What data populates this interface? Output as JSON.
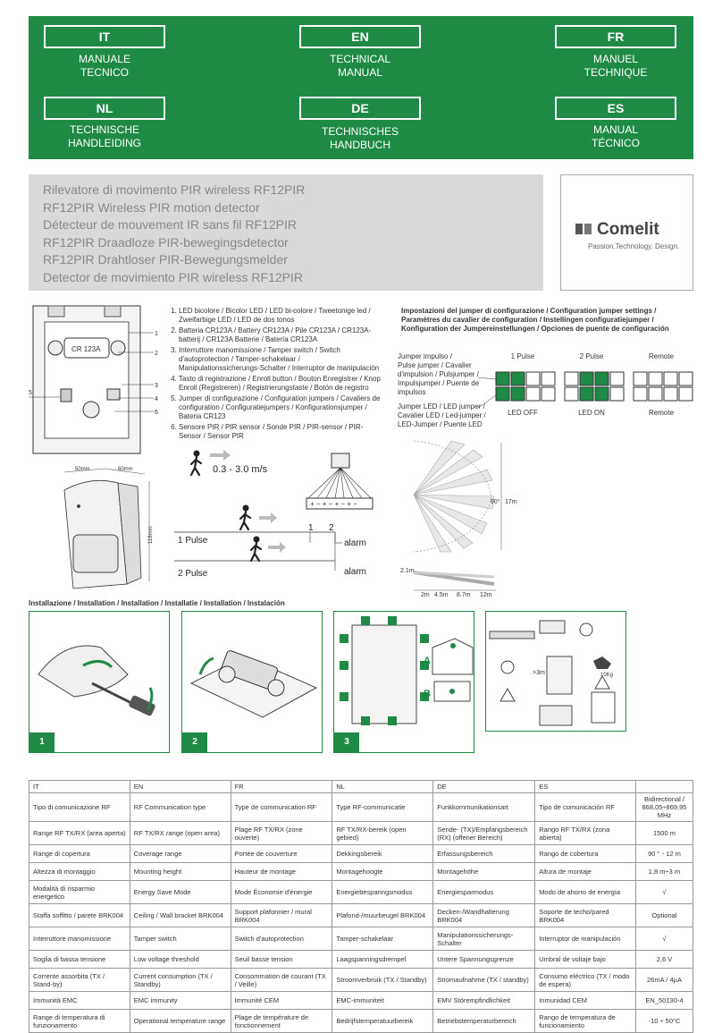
{
  "languages": [
    {
      "code": "IT",
      "label": "MANUALE\nTECNICO"
    },
    {
      "code": "EN",
      "label": "TECHNICAL\nMANUAL"
    },
    {
      "code": "FR",
      "label": "MANUEL\nTECHNIQUE"
    },
    {
      "code": "NL",
      "label": "TECHNISCHE\nHANDLEIDING"
    },
    {
      "code": "DE",
      "label": "TECHNISCHES\nHANDBUCH"
    },
    {
      "code": "ES",
      "label": "MANUAL\nTÉCNICO"
    }
  ],
  "titles": [
    "Rilevatore di movimento PIR wireless RF12PIR",
    "RF12PIR Wireless PIR motion detector",
    "Détecteur de mouvement IR sans fil RF12PIR",
    "RF12PIR Draadloze PIR-bewegingsdetector",
    "RF12PIR Drahtloser PIR-Bewegungsmelder",
    "Detector de movimiento PIR wireless RF12PIR"
  ],
  "brand": {
    "name": "Comelit",
    "tagline": "Passion.Technology. Design.",
    "color": "#1f8a46"
  },
  "legend": [
    "LED bicolore / Bicolor LED / LED bi-colore / Tweetonige led / Zweifarbige LED / LED de dos tonos",
    "Batteria CR123A / Battery CR123A / Pile CR123A / CR123A-batterij / CR123A Batterie / Batería CR123A",
    "Interruttore manomissione / Tamper switch / Switch d'autoprotection / Tamper-schakelaar / Manipulationssicherungs-Schalter / Interruptor de manipulación",
    "Tasto di registrazione / Enroll button / Bouton Enregistrer / Knop Enroll (Registreren) / Registrierungstaste / Botón de registro",
    "Jumper di configurazione / Configuration jumpers / Cavaliers de configuration / Configuratiejumpers / Konfigurationsjumper / Bateria CR123",
    "Sensore PIR / PIR sensor / Sonde PIR / PIR-sensor / PIR-Sensor / Sensor PIR"
  ],
  "device_labels": {
    "battery": "CR 123A",
    "callouts": [
      "1",
      "2",
      "3",
      "4",
      "5",
      "6"
    ],
    "dim_w1": "50mm",
    "dim_w2": "60mm",
    "dim_h": "118mm"
  },
  "pulse_diagram": {
    "speed": "0.3 - 3.0 m/s",
    "one_pulse": "1 Pulse",
    "two_pulse": "2 Pulse",
    "alarm": "alarm",
    "zone1": "1",
    "zone2": "2"
  },
  "jumpers": {
    "title": "Impostazioni del jumper di configurazione / Configuration jumper settings / Paramètres du cavalier de configuration / Instellingen configuratiejumper / Konfiguration der Jumpereinstellungen / Opciones de puente de configuración",
    "pulse_jumper": "Jumper impulso /\nPulse jumper / Cavalier\nd'impulsion / Pulsjumper /\nImpulsjumper / Puente de\nimpulsos",
    "led_jumper": "Jumper LED / LED jumper /\nCavalier LED / Led-jumper /\nLED-Jumper / Puente LED",
    "top_labels": [
      "1 Pulse",
      "2 Pulse",
      "Remote"
    ],
    "bottom_labels": [
      "LED OFF",
      "LED ON",
      "Remote"
    ]
  },
  "coverage": {
    "angle": "90°",
    "range": "17m",
    "height": "2.1m",
    "distances": [
      "2m",
      "4.5m",
      "8.7m",
      "12m"
    ]
  },
  "installation": {
    "title": "Installazione / Installation / Installation / Installatie / Installation / Instalación",
    "steps": [
      "1",
      "2",
      "3"
    ],
    "letters": [
      "A",
      "B"
    ],
    "height_label": ">3m",
    "weight_label": "10Kg"
  },
  "specs": {
    "headers": [
      "IT",
      "EN",
      "FR",
      "NL",
      "DE",
      "ES",
      ""
    ],
    "rows": [
      [
        "Tipo di comunicazione RF",
        "RF Communication type",
        "Type de communication RF",
        "Type RF-communicatie",
        "Funkkommunikationsart",
        "Tipo de comunicación RF",
        "Bidirectional / 868,05÷869,95 MHz"
      ],
      [
        "Range RF TX/RX (area aperta)",
        "RF TX/RX range (open area)",
        "Plage RF TX/RX (zone ouverte)",
        "RF TX/RX-bereik (open gebied)",
        "Sende- (TX)/Empfangsbereich (RX) (offener Bereich)",
        "Rango RF TX/RX (zona abierta)",
        "1500 m"
      ],
      [
        "Range di copertura",
        "Coverage range",
        "Portée de couverture",
        "Dekkingsbereik",
        "Erfassungsbereich",
        "Rango de cobertura",
        "90 ° - 12 m"
      ],
      [
        "Altezza di montaggio",
        "Mounting height",
        "Hauteur de montage",
        "Montagehoogte",
        "Montagehöhe",
        "Altura de montaje",
        "1,8 m÷3 m"
      ],
      [
        "Modalità di risparmio energetico",
        "Energy Save Mode",
        "Mode Économie d'énergie",
        "Energiebesparingsmodus",
        "Energiesparmodus",
        "Modo de ahorro de energía",
        "√"
      ],
      [
        "Staffa soffitto / parete BRK004",
        "Ceiling / Wall bracket BRK004",
        "Support plafonnier / mural BRK004",
        "Plafond-/muurbeugel BRK004",
        "Decken-/Wandhalterung BRK004",
        "Soporte de techo/pared BRK004",
        "Optional"
      ],
      [
        "Interruttore manomissione",
        "Tamper switch",
        "Switch d'autoprotection",
        "Tamper-schakelaar",
        "Manipulationssicherungs-Schalter",
        "Interruptor de manipulación",
        "√"
      ],
      [
        "Soglia di bassa tensione",
        "Low voltage threshold",
        "Seuil basse tension",
        "Laagspanningsdrempel",
        "Untere Spannungsgrenze",
        "Umbral de voltaje bajo",
        "2,6 V"
      ],
      [
        "Corrente assorbita (TX / Stand-by)",
        "Current consumption (TX / Standby)",
        "Consommation de courant (TX / Veille)",
        "Stroomverbruik (TX / Standby)",
        "Stromaufnahme (TX / standby)",
        "Consumo eléctrico (TX / modo de espera)",
        "26mA / 4µA"
      ],
      [
        "Immunità EMC",
        " EMC immunity",
        "Immunité CEM",
        "EMC-immuniteit",
        "EMV Störempfindlichkeit",
        "Inmunidad CEM",
        "EN_50130-4"
      ],
      [
        "Range di temperatura di funzionamento",
        "Operational temperature range",
        "Plage de température de fonctionnement",
        "Bedrijfstemperatuurbereik",
        "Betriebstemperaturbereich",
        "Rango de temperatura de funcionamiento",
        "-10 ÷ 50°C"
      ]
    ]
  }
}
